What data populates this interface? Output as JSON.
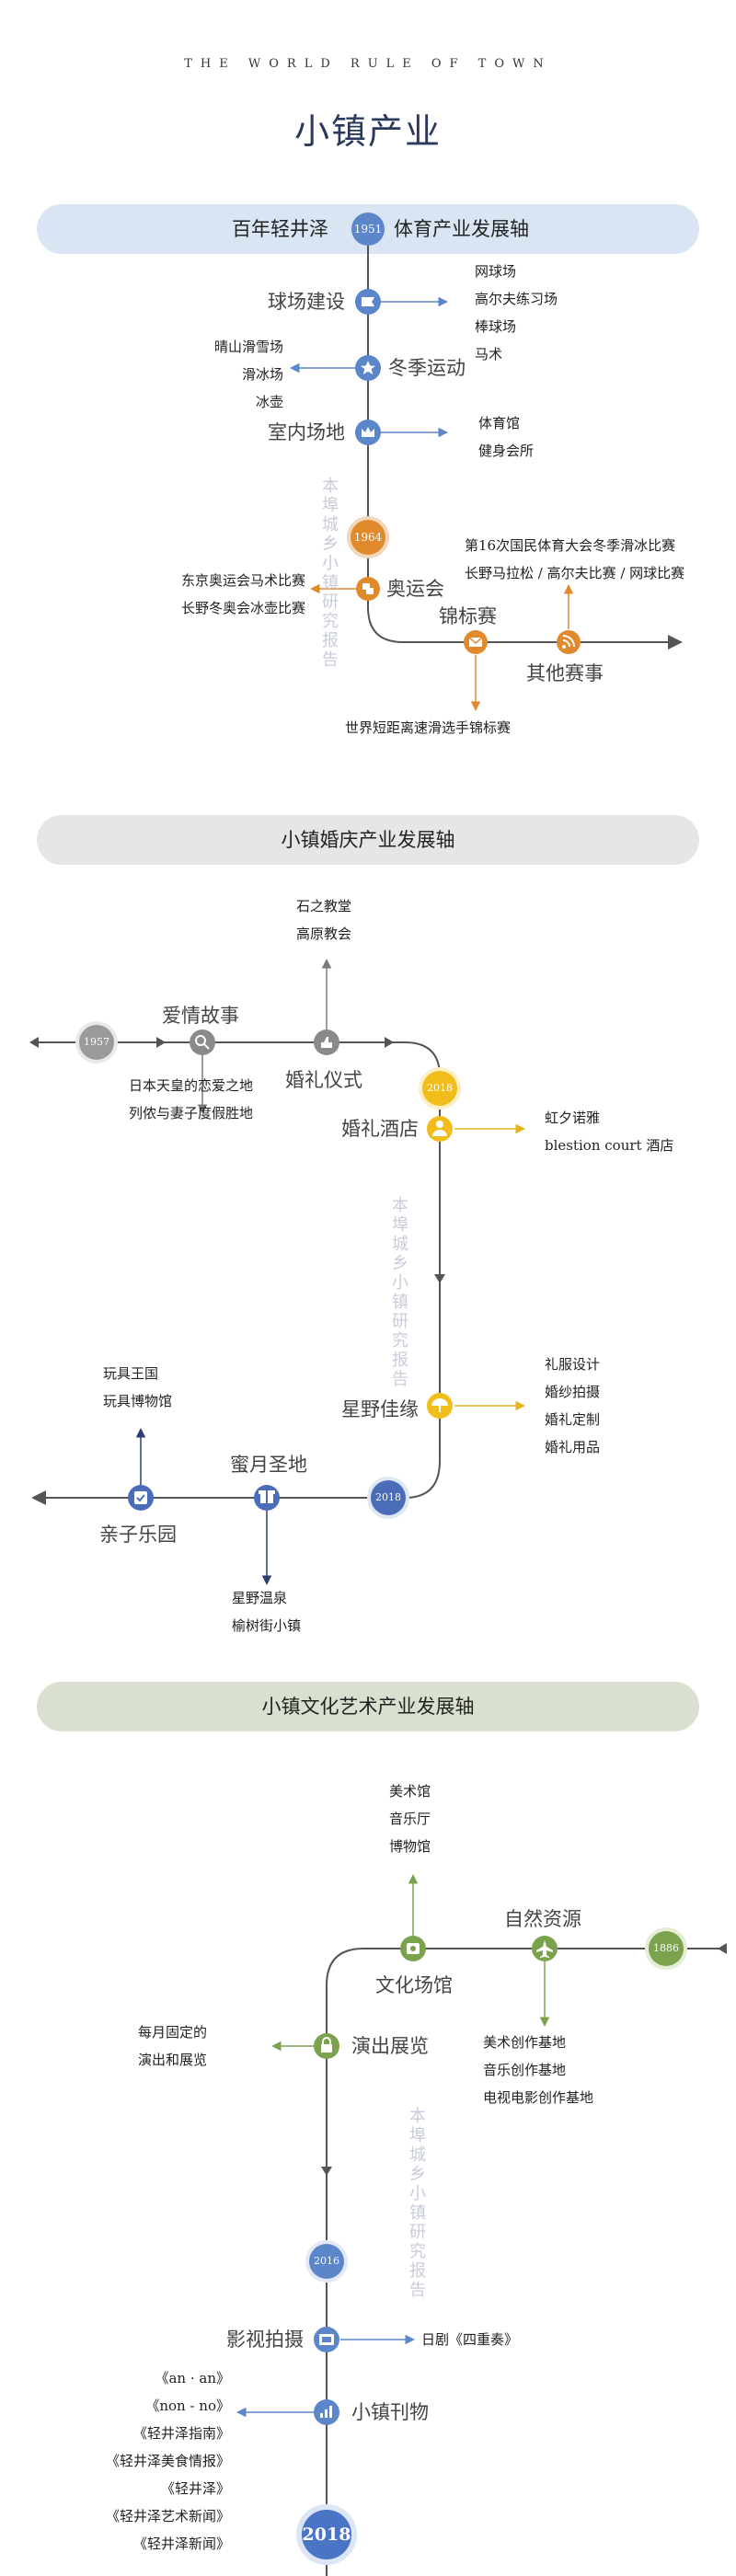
{
  "header": {
    "kicker": "THE WORLD RULE OF TOWN",
    "title": "小镇产业"
  },
  "watermark": "本埠城乡小镇研究报告",
  "colors": {
    "blue": "#5b86c9",
    "blue_banner": "#d9e5f3",
    "orange": "#e08a2c",
    "gray": "#8a8a8a",
    "gray_banner": "#e6e6e6",
    "yellow": "#f1bd1b",
    "olive": "#7ba24d",
    "green_banner": "#d9e0cf",
    "line": "#555555"
  },
  "sport": {
    "banner_left": "百年轻井泽",
    "banner_year": "1951",
    "banner_right": "体育产业发展轴",
    "stadium": {
      "label": "球场建设",
      "items": [
        "网球场",
        "高尔夫练习场",
        "棒球场",
        "马术"
      ]
    },
    "winter": {
      "label": "冬季运动",
      "items": [
        "晴山滑雪场",
        "滑冰场",
        "冰壶"
      ]
    },
    "indoor": {
      "label": "室内场地",
      "items": [
        "体育馆",
        "健身会所"
      ]
    },
    "year": "1964",
    "olympics": {
      "label": "奥运会",
      "items": [
        "东京奥运会马术比赛",
        "长野冬奥会冰壶比赛"
      ]
    },
    "championship": {
      "label": "锦标赛",
      "items": [
        "世界短距离速滑选手锦标赛"
      ]
    },
    "other": {
      "label": "其他赛事",
      "items": [
        "第16次国民体育大会冬季滑冰比赛",
        "长野马拉松 / 高尔夫比赛 / 网球比赛"
      ]
    }
  },
  "wedding": {
    "banner": "小镇婚庆产业发展轴",
    "year_start": "1957",
    "love": {
      "label": "爱情故事",
      "items": [
        "日本天皇的恋爱之地",
        "列侬与妻子度假胜地"
      ]
    },
    "ceremony": {
      "label": "婚礼仪式",
      "items": [
        "石之教堂",
        "高原教会"
      ]
    },
    "year_mid": "2018",
    "hotel": {
      "label": "婚礼酒店",
      "items": [
        "虹夕诺雅",
        "blestion court 酒店"
      ]
    },
    "hoshino": {
      "label": "星野佳缘",
      "items": [
        "礼服设计",
        "婚纱拍摄",
        "婚礼定制",
        "婚礼用品"
      ]
    },
    "year_end": "2018",
    "honeymoon": {
      "label": "蜜月圣地",
      "items": [
        "星野温泉",
        "榆树街小镇"
      ]
    },
    "family": {
      "label": "亲子乐园",
      "items": [
        "玩具王国",
        "玩具博物馆"
      ]
    }
  },
  "culture": {
    "banner": "小镇文化艺术产业发展轴",
    "year_start": "1886",
    "nature": {
      "label": "自然资源",
      "items": [
        "美术创作基地",
        "音乐创作基地",
        "电视电影创作基地"
      ]
    },
    "venue": {
      "label": "文化场馆",
      "items": [
        "美术馆",
        "音乐厅",
        "博物馆"
      ]
    },
    "show": {
      "label": "演出展览",
      "items": [
        "每月固定的",
        "演出和展览"
      ]
    },
    "year_mid": "2016",
    "film": {
      "label": "影视拍摄",
      "items": [
        "日剧《四重奏》"
      ]
    },
    "magazine": {
      "label": "小镇刊物",
      "items": [
        "《an · an》",
        "《non - no》",
        "《轻井泽指南》",
        "《轻井泽美食情报》",
        "《轻井泽》",
        "《轻井泽艺术新闻》",
        "《轻井泽新闻》"
      ]
    },
    "year_end": "2018"
  }
}
